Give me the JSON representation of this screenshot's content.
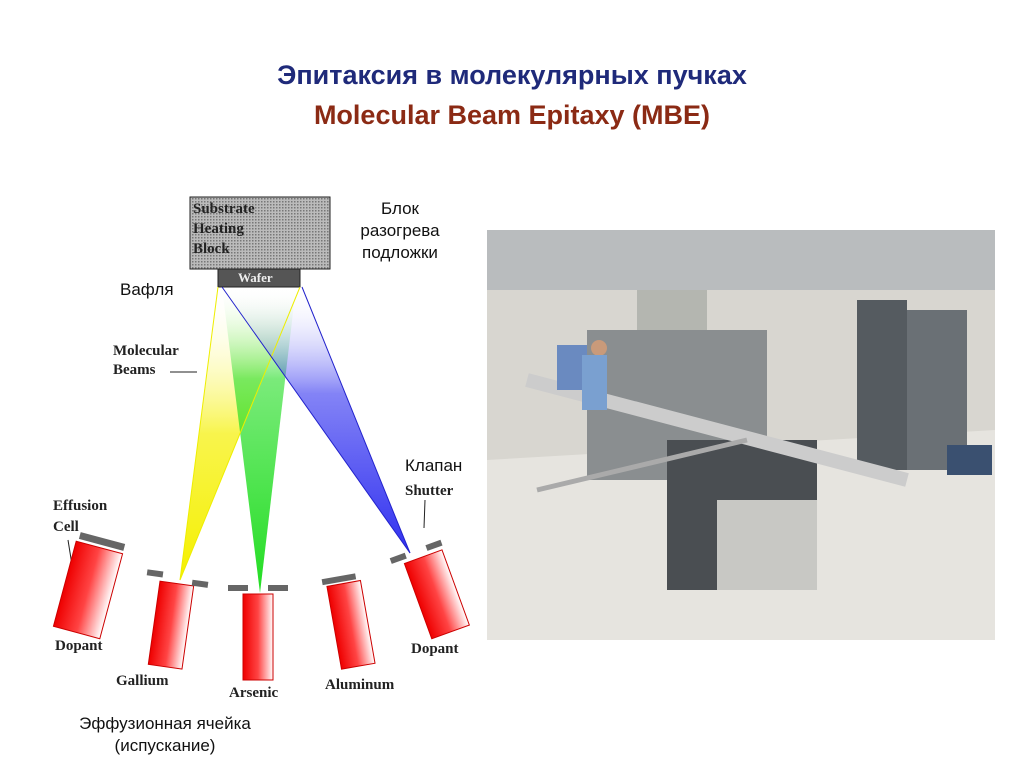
{
  "title": {
    "russian": "Эпитаксия в молекулярных пучках",
    "english": "Molecular Beam Epitaxy (MBE)"
  },
  "diagram": {
    "substrate_block": [
      "Substrate",
      "Heating",
      "Block"
    ],
    "wafer": "Wafer",
    "molecular_beams": [
      "Molecular",
      "Beams"
    ],
    "effusion_cell": [
      "Effusion",
      "Cell"
    ],
    "shutter": "Shutter",
    "cells": [
      "Dopant",
      "Gallium",
      "Arsenic",
      "Aluminum",
      "Dopant"
    ],
    "beam_colors": {
      "gallium": "#f5f000",
      "arsenic": "#22dd22",
      "dopant": "#1a1aee"
    }
  },
  "annotations": {
    "heating_block_ru": [
      "Блок",
      "разогрева",
      "подложки"
    ],
    "wafer_ru": "Вафля",
    "shutter_ru": "Клапан",
    "effusion_ru": [
      "Эффузионная ячейка",
      "(испускание)"
    ]
  }
}
